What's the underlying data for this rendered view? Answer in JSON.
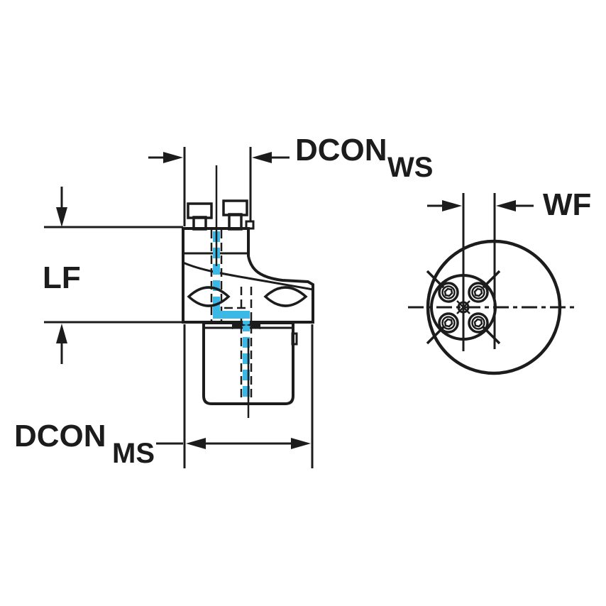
{
  "drawing": {
    "colors": {
      "background": "#ffffff",
      "outline": "#1c1c1c",
      "body_fill": "#b3c7d4",
      "coolant": "#3ab8e6"
    },
    "labels": {
      "dcon_ws": {
        "text": "DCON",
        "sub": "WS"
      },
      "lf": {
        "text": "LF"
      },
      "dcon_ms": {
        "text": "DCON",
        "sub": "MS"
      },
      "wf": {
        "text": "WF"
      }
    }
  }
}
